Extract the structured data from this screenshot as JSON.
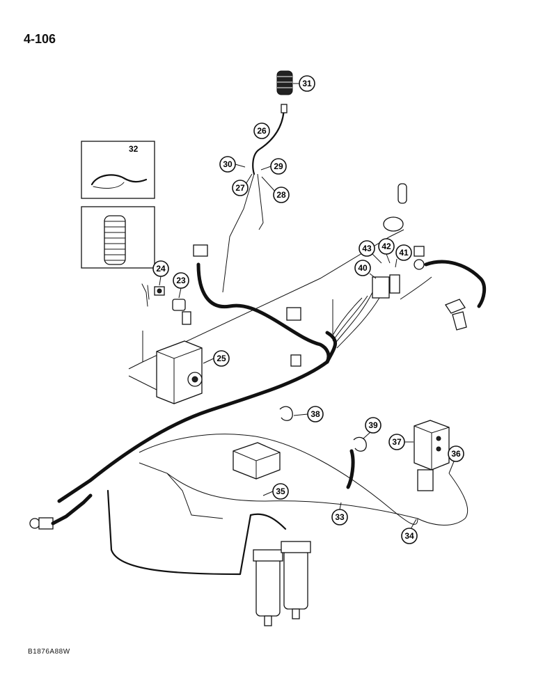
{
  "page": {
    "number": "4-106",
    "figure_code": "B1876A88W"
  },
  "inset": {
    "label": "32"
  },
  "callouts": [
    "23",
    "24",
    "25",
    "26",
    "27",
    "28",
    "29",
    "30",
    "31",
    "33",
    "34",
    "35",
    "36",
    "37",
    "38",
    "39",
    "40",
    "41",
    "42",
    "43"
  ]
}
